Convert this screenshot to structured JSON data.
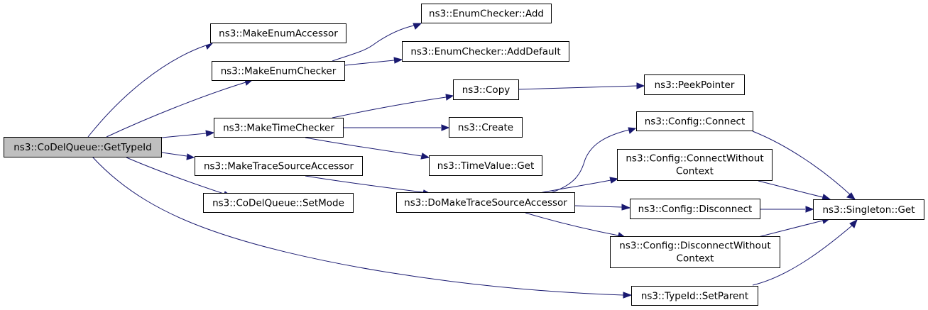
{
  "colors": {
    "edge": "#191970",
    "node_fill": "#ffffff",
    "root_fill": "#bfbfbf",
    "border": "#000000"
  },
  "nodes": {
    "getTypeId": "ns3::CoDelQueue::GetTypeId",
    "makeEnumAccessor": "ns3::MakeEnumAccessor",
    "makeEnumChecker": "ns3::MakeEnumChecker",
    "makeTimeChecker": "ns3::MakeTimeChecker",
    "makeTraceSourceAccessor": "ns3::MakeTraceSourceAccessor",
    "setMode": "ns3::CoDelQueue::SetMode",
    "enumAdd": "ns3::EnumChecker::Add",
    "enumAddDefault": "ns3::EnumChecker::AddDefault",
    "copy": "ns3::Copy",
    "create": "ns3::Create",
    "timeValueGet": "ns3::TimeValue::Get",
    "doMakeTraceSourceAccessor": "ns3::DoMakeTraceSourceAccessor",
    "peekPointer": "ns3::PeekPointer",
    "configConnect": "ns3::Config::Connect",
    "configConnectWithoutContext": [
      "ns3::Config::ConnectWithout",
      "Context"
    ],
    "configDisconnect": "ns3::Config::Disconnect",
    "configDisconnectWithoutContext": [
      "ns3::Config::DisconnectWithout",
      "Context"
    ],
    "typeIdSetParent": "ns3::TypeId::SetParent",
    "singletonGet": "ns3::Singleton::Get"
  }
}
